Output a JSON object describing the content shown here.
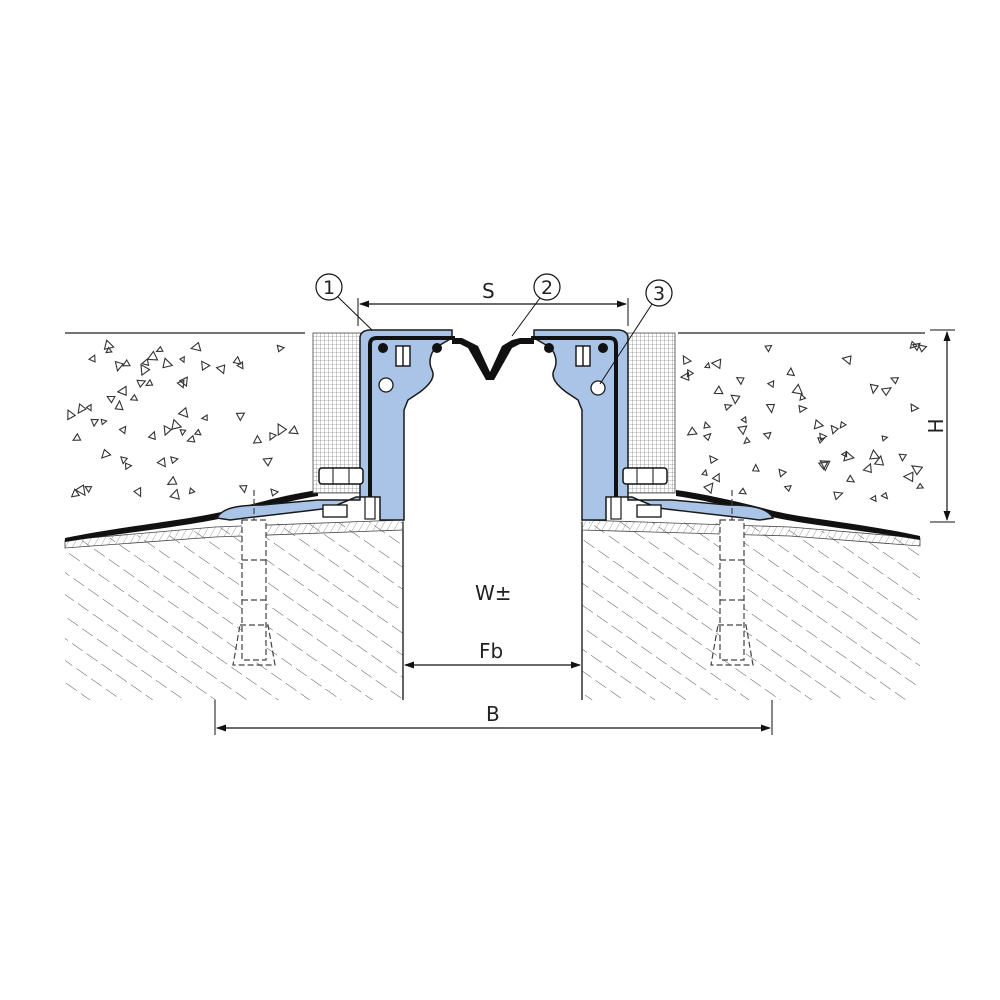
{
  "callouts": {
    "c1": "1",
    "c2": "2",
    "c3": "3"
  },
  "dimensions": {
    "S": "S",
    "H": "H",
    "W": "W±",
    "Fb": "Fb",
    "B": "B"
  },
  "colors": {
    "profile": "#a9c4e6",
    "line": "#1a1a1a",
    "background": "#ffffff"
  }
}
